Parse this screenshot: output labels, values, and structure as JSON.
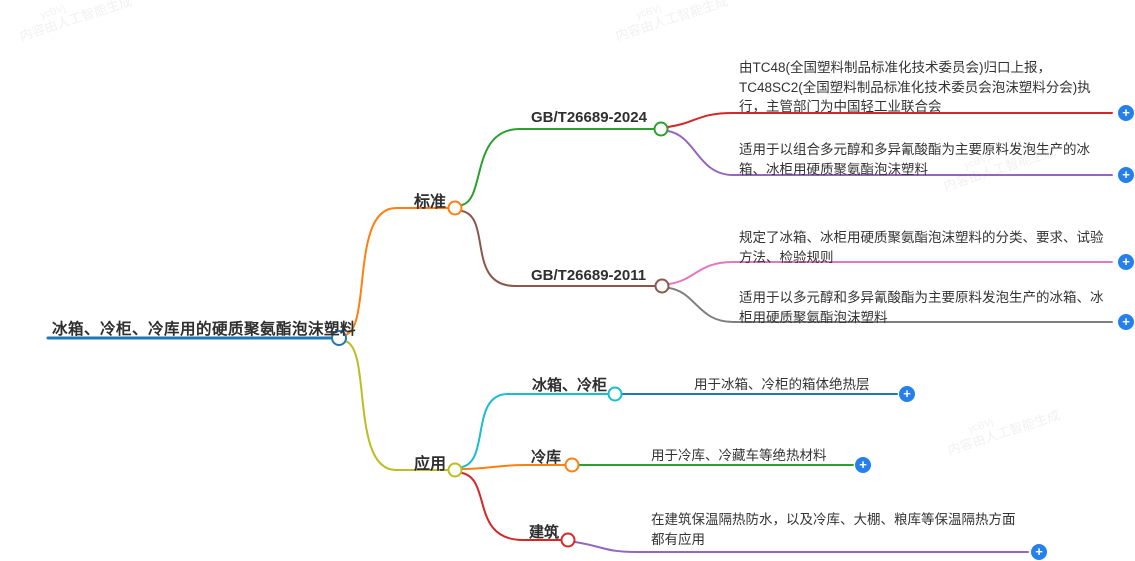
{
  "palette": {
    "blue": "#1f77b4",
    "orange": "#ff7f0e",
    "green": "#2ca02c",
    "red": "#d62728",
    "purple": "#9467bd",
    "brown": "#8c564b",
    "pink": "#e377c2",
    "gray": "#7f7f7f",
    "olive": "#bcbd22",
    "cyan": "#17becf",
    "expand_button": "#2680eb",
    "node_circle_fill": "#ffffff"
  },
  "icons": {
    "expand": "+"
  },
  "watermark": {
    "code": "ycBVj",
    "text": "内容由人工智能生成"
  },
  "mindmap": {
    "root": {
      "label": "冰箱、冷柜、冷库用的硬质聚氨酯泡沫塑料",
      "color": "#1f77b4"
    },
    "branches": [
      {
        "label": "标准",
        "color": "#ff7f0e",
        "children": [
          {
            "label": "GB/T26689-2024",
            "color": "#2ca02c",
            "children": [
              {
                "label": "由TC48(全国塑料制品标准化技术委员会)归口上报，TC48SC2(全国塑料制品标准化技术委员会泡沫塑料分会)执行，主管部门为中国轻工业联合会",
                "color": "#d62728",
                "expandable": true
              },
              {
                "label": "适用于以组合多元醇和多异氰酸酯为主要原料发泡生产的冰箱、冰柜用硬质聚氨酯泡沫塑料",
                "color": "#9467bd",
                "expandable": true
              }
            ]
          },
          {
            "label": "GB/T26689-2011",
            "color": "#8c564b",
            "children": [
              {
                "label": "规定了冰箱、冰柜用硬质聚氨酯泡沫塑料的分类、要求、试验方法、检验规则",
                "color": "#e377c2",
                "expandable": true
              },
              {
                "label": "适用于以多元醇和多异氰酸酯为主要原料发泡生产的冰箱、冰柜用硬质聚氨酯泡沫塑料",
                "color": "#7f7f7f",
                "expandable": true
              }
            ]
          }
        ]
      },
      {
        "label": "应用",
        "color": "#bcbd22",
        "children": [
          {
            "label": "冰箱、冷柜",
            "color": "#17becf",
            "children": [
              {
                "label": "用于冰箱、冷柜的箱体绝热层",
                "color": "#1f77b4",
                "expandable": true
              }
            ]
          },
          {
            "label": "冷库",
            "color": "#ff7f0e",
            "children": [
              {
                "label": "用于冷库、冷藏车等绝热材料",
                "color": "#2ca02c",
                "expandable": true
              }
            ]
          },
          {
            "label": "建筑",
            "color": "#d62728",
            "children": [
              {
                "label": "在建筑保温隔热防水，以及冷库、大棚、粮库等保温隔热方面都有应用",
                "color": "#9467bd",
                "expandable": true
              }
            ]
          }
        ]
      }
    ]
  }
}
